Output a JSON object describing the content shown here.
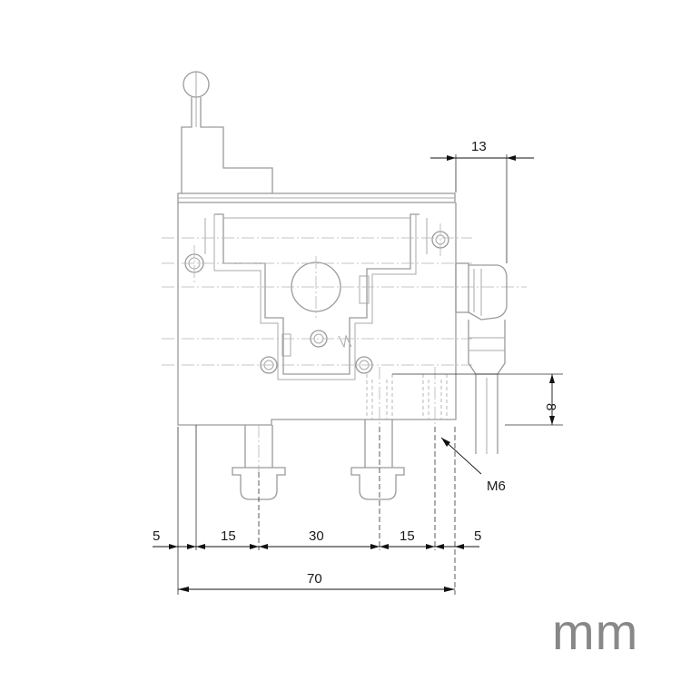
{
  "dimensions": {
    "d_left_offset": "5",
    "d_left_bolt": "15",
    "d_bolt_spacing": "30",
    "d_right_bolt": "15",
    "d_right_offset": "5",
    "d_overall_width": "70",
    "d_connector": "13",
    "d_thread_depth": "8"
  },
  "labels": {
    "thread": "M6",
    "unit": "mm"
  },
  "colors": {
    "drawing_line": "#9a9a9a",
    "dimension_line": "#111111",
    "unit_text": "#888888"
  }
}
